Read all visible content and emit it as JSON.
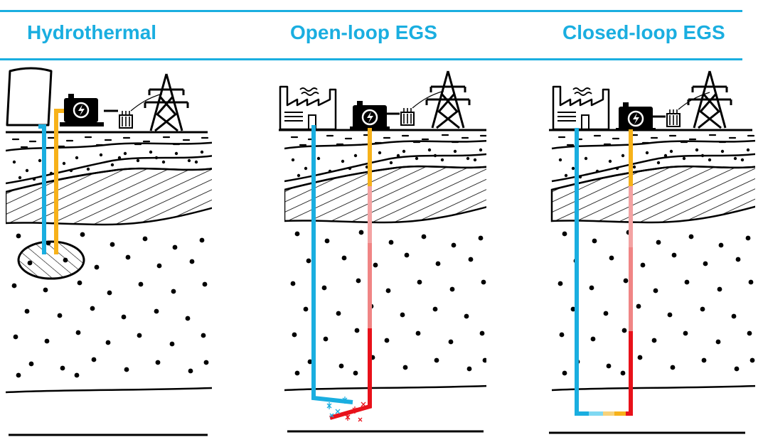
{
  "colors": {
    "accent": "#1aaee0",
    "cold": "#1aaee0",
    "light_blue": "#7fd8f2",
    "warm": "#f7b21a",
    "pink": "#f3a3a3",
    "hot": "#e8111a",
    "ink": "#000000"
  },
  "panels": [
    {
      "title": "Hydrothermal",
      "icons": [
        "cooling-tower-icon",
        "generator-icon",
        "transformer-icon",
        "power-pylon-icon"
      ],
      "reservoir": "hydrothermal-reservoir"
    },
    {
      "title": "Open-loop EGS",
      "icons": [
        "factory-icon",
        "generator-icon",
        "transformer-icon",
        "power-pylon-icon"
      ],
      "reservoir": "fracture-zone"
    },
    {
      "title": "Closed-loop EGS",
      "icons": [
        "factory-icon",
        "generator-icon",
        "transformer-icon",
        "power-pylon-icon"
      ],
      "reservoir": "closed-loop-heat-exchanger"
    }
  ]
}
